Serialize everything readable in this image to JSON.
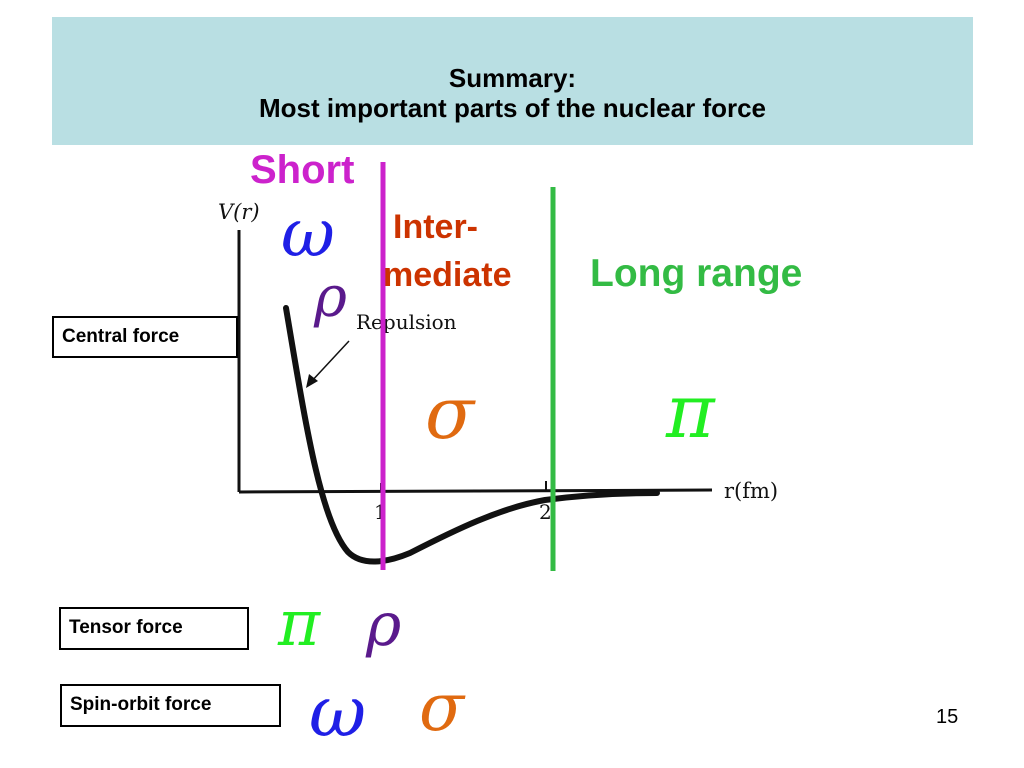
{
  "title": {
    "line1": "Summary:",
    "line2": "Most important parts of the nuclear force"
  },
  "plot": {
    "ylabel": "V(r)",
    "xlabel": "r(fm)",
    "annotation": "Repulsion",
    "ticks": [
      "1",
      "2"
    ]
  },
  "regions": {
    "short": "Short",
    "intermediate_line1": "Inter-",
    "intermediate_line2": "mediate",
    "long": "Long range"
  },
  "forces": {
    "central": "Central force",
    "tensor": "Tensor force",
    "spin_orbit": "Spin-orbit force"
  },
  "symbols": {
    "central_short_1": "ω",
    "central_short_2": "ρ",
    "central_intermediate": "σ",
    "central_long": "π",
    "tensor_1": "π",
    "tensor_2": "ρ",
    "spin_orbit_1": "ω",
    "spin_orbit_2": "σ"
  },
  "colors": {
    "header_bg": "#b9dfe3",
    "short": "#cc22cc",
    "intermediate": "#cc3300",
    "long": "#33bb44",
    "omega": "#1f1fe6",
    "rho": "#5a1a8c",
    "sigma": "#e06a10",
    "pi": "#22ee22"
  },
  "page_number": "15"
}
